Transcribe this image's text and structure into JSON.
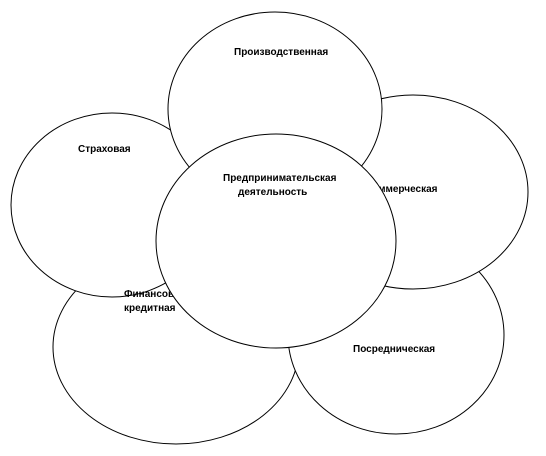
{
  "diagram": {
    "center": {
      "line1": "Предпринимательская",
      "line2": "деятельность"
    },
    "petals": {
      "production": "Производственная",
      "commercial": "Коммерческая",
      "intermediary": "Посредническая",
      "financial_line1": "Финансово-",
      "financial_line2": "кредитная",
      "insurance": "Страховая"
    },
    "colors": {
      "stroke": "#000000",
      "fill": "#ffffff",
      "text": "#000000"
    }
  }
}
